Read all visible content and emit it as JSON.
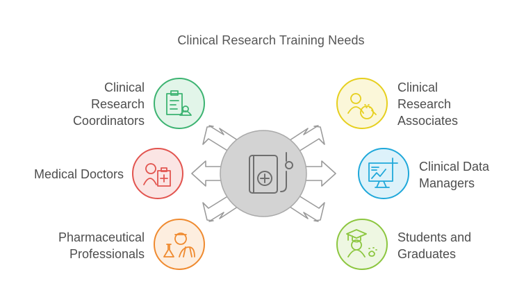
{
  "title": "Clinical Research Training Needs",
  "center": {
    "icon": "clinical-book-stethoscope-icon",
    "color": "#d3d3d3"
  },
  "roles": [
    {
      "lines": [
        "Clinical",
        "Research",
        "Coordinators"
      ],
      "icon": "clipboard-person-icon",
      "color": "#3cb371",
      "fill": "#e2f5e9"
    },
    {
      "lines": [
        "Clinical",
        "Research",
        "Associates"
      ],
      "icon": "person-magnifier-icon",
      "color": "#e6cf1e",
      "fill": "#fbf7d9"
    },
    {
      "lines": [
        "Medical Doctors"
      ],
      "icon": "doctor-clipboard-icon",
      "color": "#e2544f",
      "fill": "#fbe5e4"
    },
    {
      "lines": [
        "Clinical Data",
        "Managers"
      ],
      "icon": "data-chart-icon",
      "color": "#1fa8da",
      "fill": "#ddf2fa"
    },
    {
      "lines": [
        "Pharmaceutical",
        "Professionals"
      ],
      "icon": "scientist-flask-icon",
      "color": "#ef8a2f",
      "fill": "#fdeedf"
    },
    {
      "lines": [
        "Students and",
        "Graduates"
      ],
      "icon": "graduate-icon",
      "color": "#8cc63f",
      "fill": "#eef7e2"
    }
  ]
}
